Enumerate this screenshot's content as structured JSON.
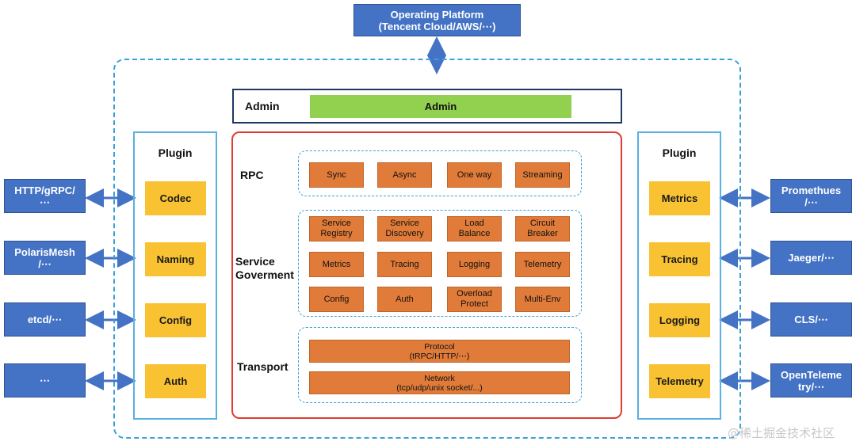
{
  "operating_platform": {
    "line1": "Operating Platform",
    "line2": "(Tencent Cloud/AWS/⋯)"
  },
  "admin": {
    "label": "Admin",
    "bar_label": "Admin"
  },
  "left_plugin": {
    "title": "Plugin",
    "items": [
      "Codec",
      "Naming",
      "Config",
      "Auth"
    ]
  },
  "right_plugin": {
    "title": "Plugin",
    "items": [
      "Metrics",
      "Tracing",
      "Logging",
      "Telemetry"
    ]
  },
  "left_external": [
    {
      "line1": "HTTP/gRPC/",
      "line2": "⋯"
    },
    {
      "line1": "PolarisMesh",
      "line2": "/⋯"
    },
    {
      "line1": "etcd/⋯",
      "line2": ""
    },
    {
      "line1": "⋯",
      "line2": ""
    }
  ],
  "right_external": [
    {
      "line1": "Promethues",
      "line2": "/⋯"
    },
    {
      "line1": "Jaeger/⋯",
      "line2": ""
    },
    {
      "line1": "CLS/⋯",
      "line2": ""
    },
    {
      "line1": "OpenTeleme",
      "line2": "try/⋯"
    }
  ],
  "rpc": {
    "label": "RPC",
    "items": [
      "Sync",
      "Async",
      "One way",
      "Streaming"
    ]
  },
  "service_governance": {
    "label_line1": "Service",
    "label_line2": "Goverment",
    "rows": [
      [
        {
          "line1": "Service",
          "line2": "Registry"
        },
        {
          "line1": "Service",
          "line2": "Discovery"
        },
        {
          "line1": "Load",
          "line2": "Balance"
        },
        {
          "line1": "Circuit",
          "line2": "Breaker"
        }
      ],
      [
        {
          "line1": "Metrics",
          "line2": ""
        },
        {
          "line1": "Tracing",
          "line2": ""
        },
        {
          "line1": "Logging",
          "line2": ""
        },
        {
          "line1": "Telemetry",
          "line2": ""
        }
      ],
      [
        {
          "line1": "Config",
          "line2": ""
        },
        {
          "line1": "Auth",
          "line2": ""
        },
        {
          "line1": "Overload",
          "line2": "Protect"
        },
        {
          "line1": "Multi-Env",
          "line2": ""
        }
      ]
    ]
  },
  "transport": {
    "label": "Transport",
    "protocol": {
      "line1": "Protocol",
      "line2": "(tRPC/HTTP/⋯)"
    },
    "network": {
      "line1": "Network",
      "line2": "(tcp/udp/unix socket/...)"
    }
  },
  "watermark": "@稀土掘金技术社区",
  "colors": {
    "blue_box": "#4472c4",
    "plugin_yellow": "#f9c232",
    "admin_green": "#92d050",
    "orange_box": "#e07b39",
    "core_border": "#e03c31",
    "dashed_border": "#3aa0d8",
    "arrow": "#4472c4"
  }
}
